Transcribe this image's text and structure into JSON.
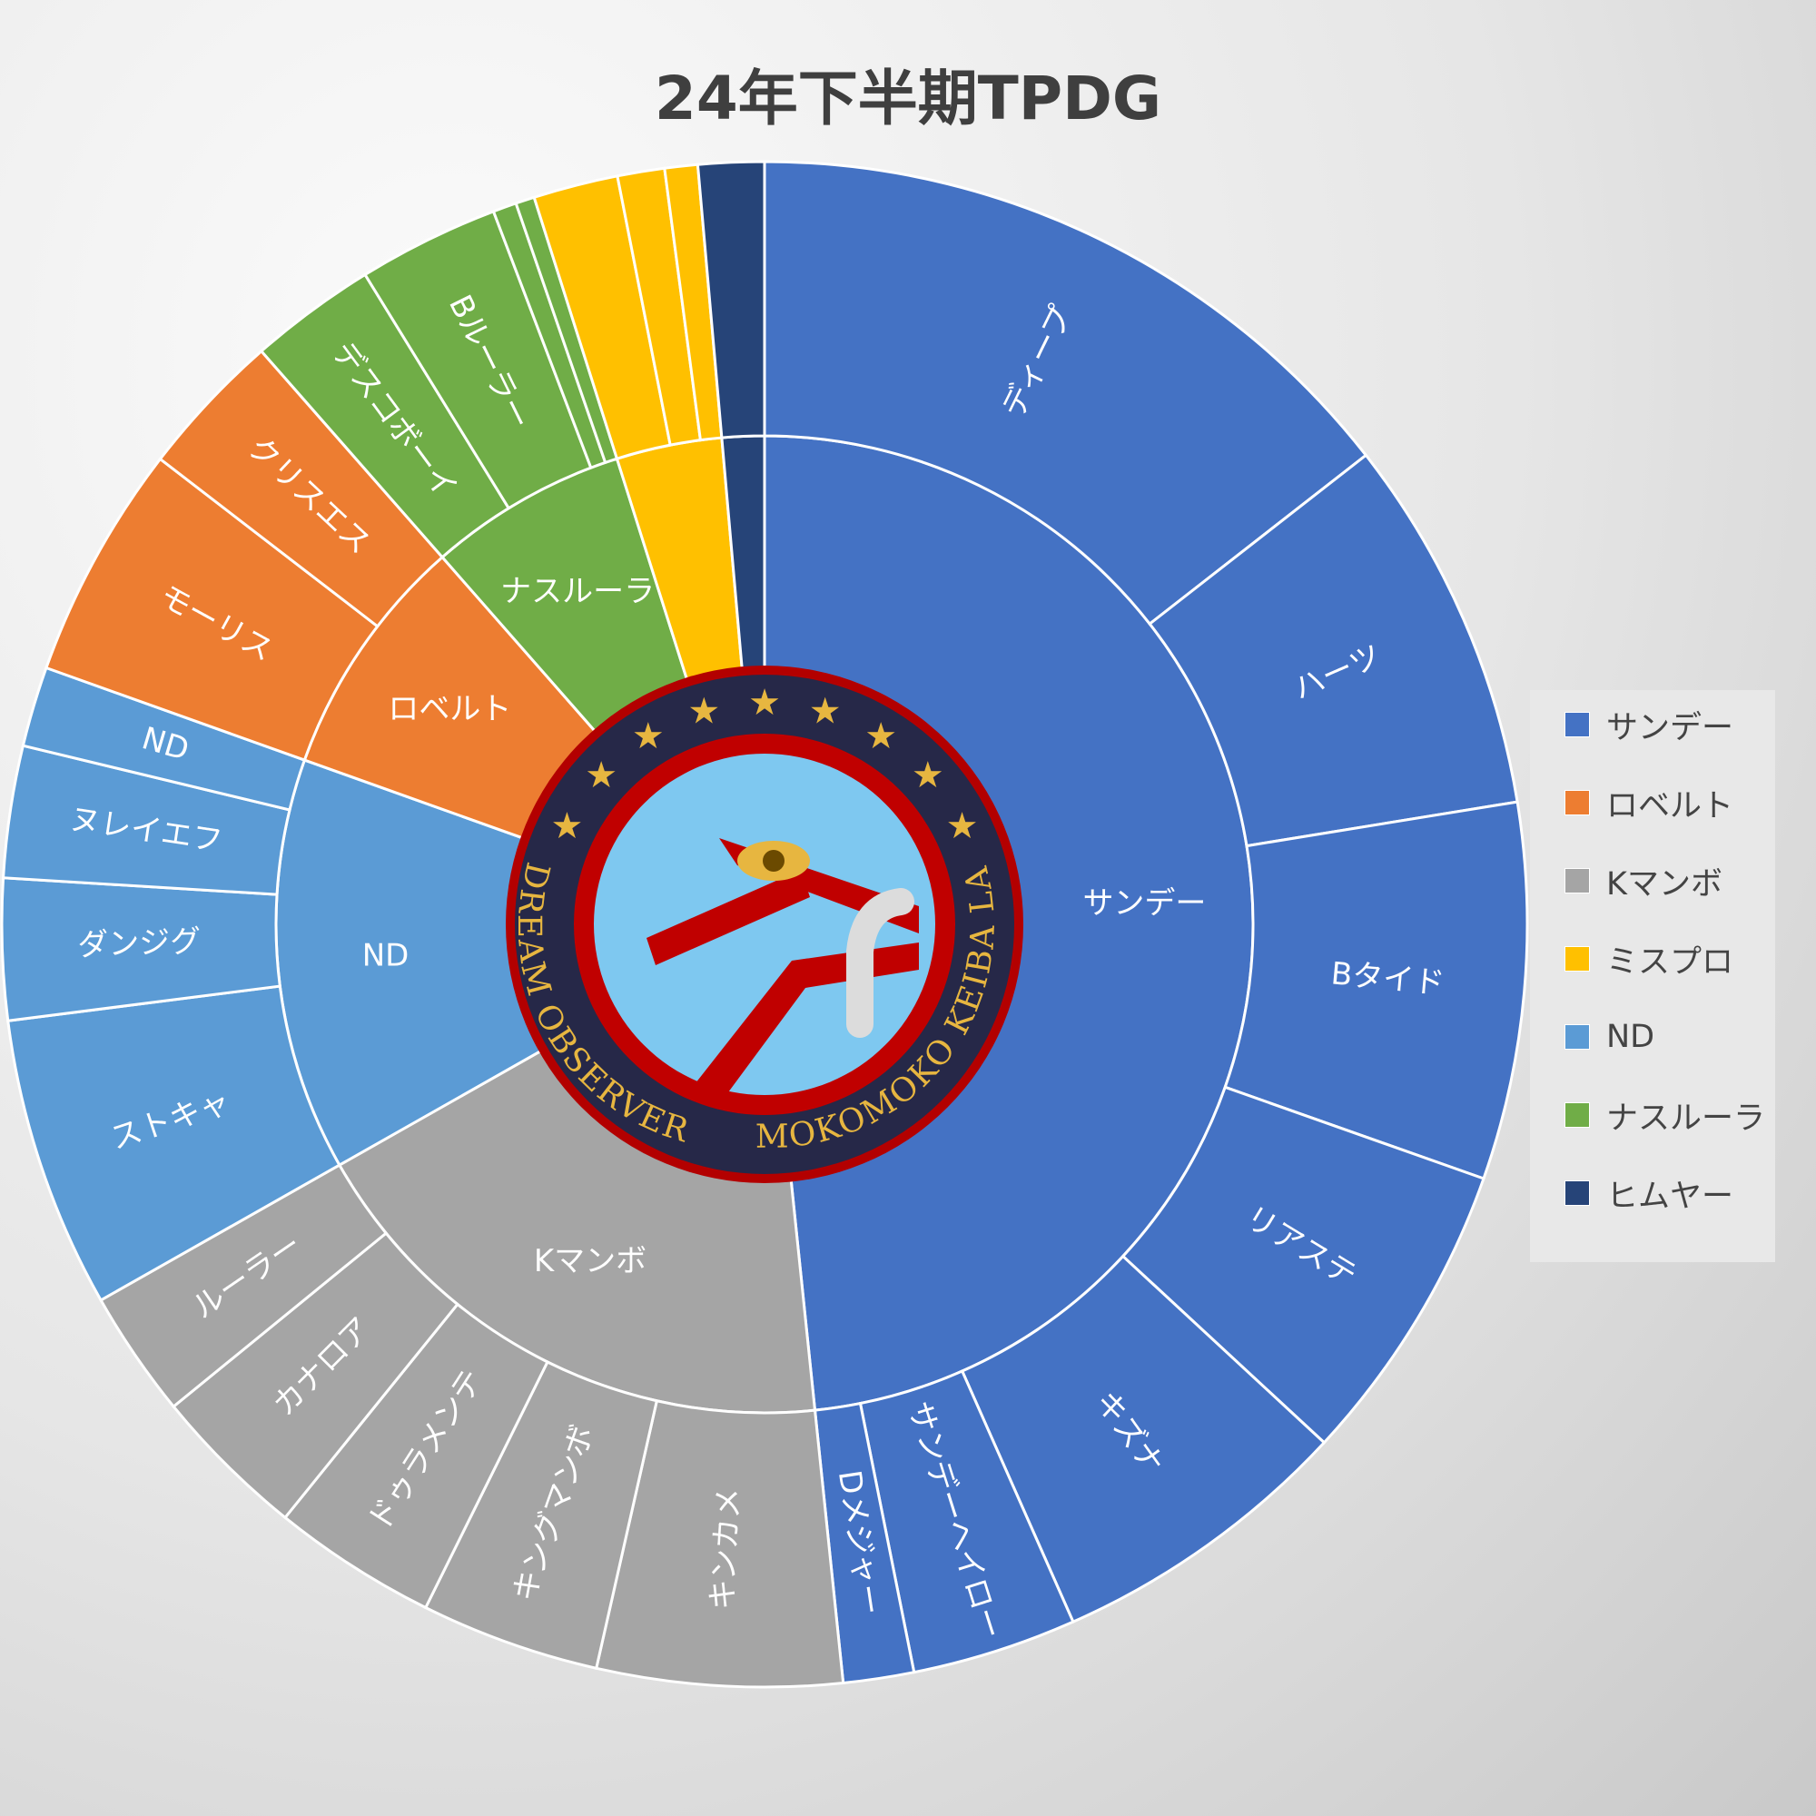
{
  "chart_data": {
    "type": "sunburst",
    "title": "24年下半期TPDG",
    "groups": [
      {
        "name": "サンデー",
        "color": "#4472C4",
        "value": 48.5,
        "children": [
          {
            "name": "ディープ",
            "value": 14.5
          },
          {
            "name": "ハーツ",
            "value": 8
          },
          {
            "name": "Bタイド",
            "value": 8
          },
          {
            "name": "リアステ",
            "value": 6.5
          },
          {
            "name": "キズナ",
            "value": 6.5
          },
          {
            "name": "サンデーヘイロー",
            "value": 3.5
          },
          {
            "name": "Dメジャー",
            "value": 1.5
          }
        ]
      },
      {
        "name": "Kマンボ",
        "color": "#A5A5A5",
        "value": 18.5,
        "children": [
          {
            "name": "キンカメ",
            "value": 5.2
          },
          {
            "name": "キングマンボ",
            "value": 3.8
          },
          {
            "name": "ドゥラメンテ",
            "value": 3.5
          },
          {
            "name": "カナロア",
            "value": 3.3
          },
          {
            "name": "ルーラー",
            "value": 2.7
          }
        ]
      },
      {
        "name": "ND",
        "color": "#5B9BD5",
        "value": 13.7,
        "children": [
          {
            "name": "ストキャ",
            "value": 6.2
          },
          {
            "name": "ダンジグ",
            "value": 3.0
          },
          {
            "name": "ヌレイエフ",
            "value": 2.8
          },
          {
            "name": "ND",
            "value": 1.7
          }
        ]
      },
      {
        "name": "ロベルト",
        "color": "#ED7D31",
        "value": 8.1,
        "children": [
          {
            "name": "モーリス",
            "value": 5.0
          },
          {
            "name": "クリスエス",
            "value": 3.1
          }
        ]
      },
      {
        "name": "ナスルーラ",
        "color": "#70AD47",
        "value": 6.6,
        "children": [
          {
            "name": "デスコボーイ",
            "value": 2.7
          },
          {
            "name": "Bルーラー",
            "value": 3.0
          },
          {
            "name": "",
            "value": 0.5
          },
          {
            "name": "",
            "value": 0.4
          }
        ]
      },
      {
        "name": "ミスプロ",
        "color": "#FFC000",
        "value": 3.5,
        "children": [
          {
            "name": "",
            "value": 1.8
          },
          {
            "name": "",
            "value": 1.0
          },
          {
            "name": "",
            "value": 0.7
          }
        ]
      },
      {
        "name": "ヒムヤー",
        "color": "#264478",
        "value": 1.4,
        "children": [
          {
            "name": "",
            "value": 1.4
          }
        ]
      }
    ]
  },
  "legend": [
    {
      "label": "サンデー",
      "color": "#4472C4"
    },
    {
      "label": "ロベルト",
      "color": "#ED7D31"
    },
    {
      "label": "Kマンボ",
      "color": "#A5A5A5"
    },
    {
      "label": "ミスプロ",
      "color": "#FFC000"
    },
    {
      "label": "ND",
      "color": "#5B9BD5"
    },
    {
      "label": "ナスルーラ",
      "color": "#70AD47"
    },
    {
      "label": "ヒムヤー",
      "color": "#264478"
    }
  ],
  "emblem": {
    "text_left": "DREAM OBSERVER",
    "text_right": "MOKOMOKO KEIBA LAB"
  }
}
